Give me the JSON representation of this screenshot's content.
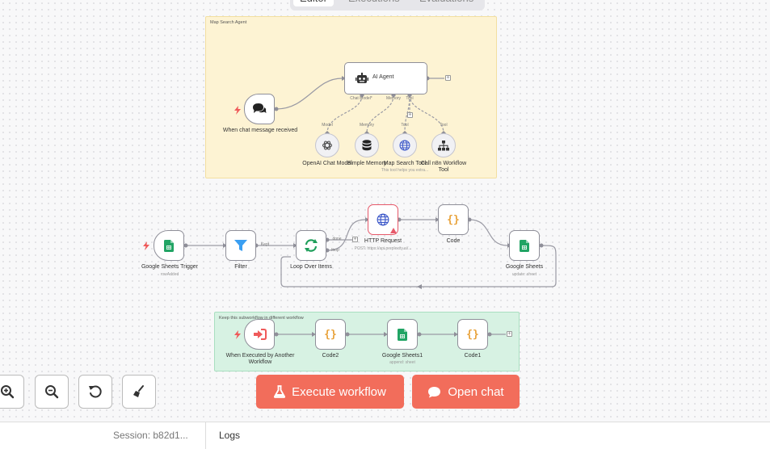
{
  "tabs": [
    "Editor",
    "Executions",
    "Evaluations"
  ],
  "stickies": {
    "map": "Map Search Agent",
    "sub": "Keep this subworkflow in different workflow"
  },
  "agent": {
    "chat_trigger": "When chat message received",
    "agent_label": "AI Agent",
    "ports": {
      "chat_model": "Chat Model*",
      "memory": "Memory",
      "tool": "Tool"
    },
    "subnodes": [
      {
        "port": "Model",
        "label": "OpenAI Chat Model",
        "icon": "openai-icon"
      },
      {
        "port": "Memory",
        "label": "Simple Memory",
        "icon": "database-icon"
      },
      {
        "port": "Tool",
        "label": "Map Search Tool",
        "sub": "This tool helps you extra...",
        "icon": "globe-icon"
      },
      {
        "port": "Tool",
        "label": "Call n8n Workflow Tool",
        "icon": "sitemap-icon"
      }
    ]
  },
  "main": {
    "sheets_trigger": "Google Sheets Trigger",
    "sheets_trigger_sub": "rowAdded",
    "filter": "Filter",
    "filter_port": "Kept",
    "loop": "Loop Over Items",
    "loop_done": "done",
    "loop_loop": "loop",
    "http": "HTTP Request",
    "http_sub": "POST: https://api.perplexity.ai/...",
    "code": "Code",
    "sheets": "Google Sheets",
    "sheets_sub": "update: sheet"
  },
  "subflow": {
    "trigger": "When Executed by Another Workflow",
    "code2": "Code2",
    "sheets1": "Google Sheets1",
    "sheets1_sub": "append: sheet",
    "code1": "Code1"
  },
  "controls": {
    "zoom_in": "zoom-in-icon",
    "zoom_out": "zoom-out-icon",
    "reset": "reset-zoom-icon",
    "tidy": "broom-icon"
  },
  "buttons": {
    "execute": "Execute workflow",
    "chat": "Open chat"
  },
  "footer": {
    "session": "Session: b82d1...",
    "logs": "Logs"
  },
  "colors": {
    "accent": "#f26d5b",
    "sticky_yellow": "#fdf3d3",
    "sticky_green": "#d7f2e3"
  }
}
